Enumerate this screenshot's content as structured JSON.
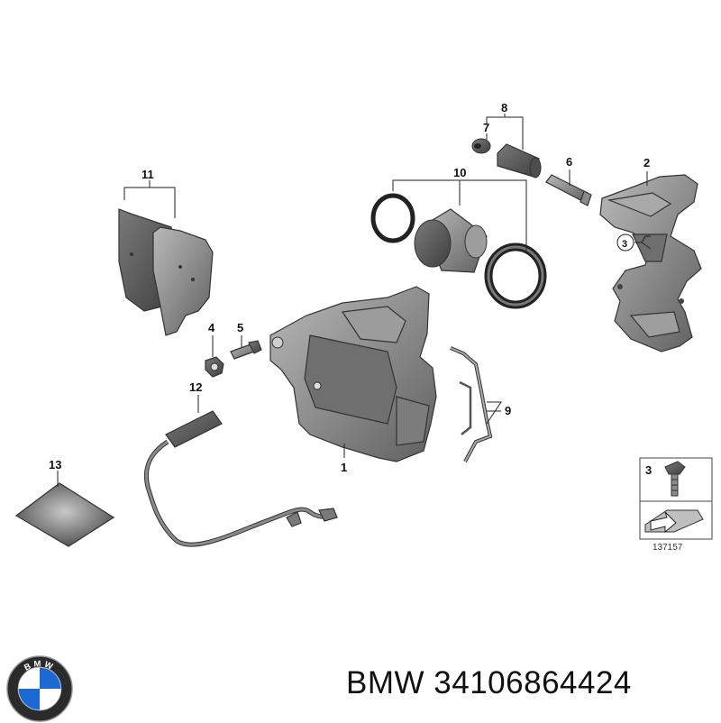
{
  "labels": {
    "p1": "1",
    "p2": "2",
    "p3": "3",
    "p4": "4",
    "p5": "5",
    "p6": "6",
    "p7": "7",
    "p8": "8",
    "p9": "9",
    "p10": "10",
    "p11": "11",
    "p12": "12",
    "p13": "13"
  },
  "legend": {
    "number": "3",
    "ref_number": "137157"
  },
  "footer": {
    "brand": "BMW",
    "part_number": "34106864424",
    "logo_text": "BMW"
  },
  "colors": {
    "part_fill": "#8a8a8a",
    "part_dark": "#5a5a5a",
    "part_light": "#b5b5b5",
    "line": "#222222"
  }
}
